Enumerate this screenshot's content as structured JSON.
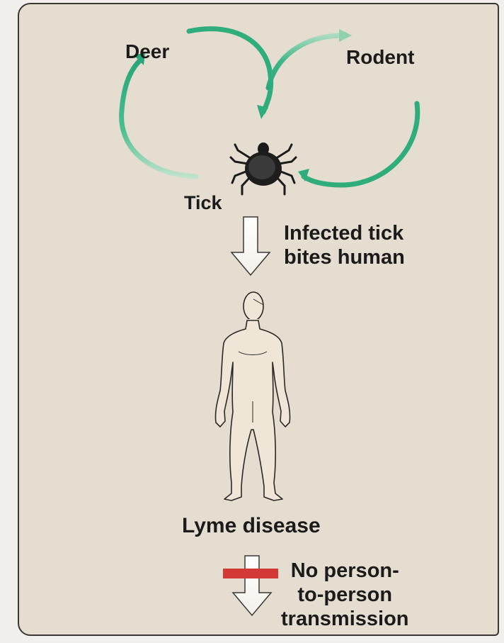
{
  "diagram": {
    "nodes": {
      "deer": "Deer",
      "rodent": "Rodent",
      "tick": "Tick",
      "human": "Lyme disease"
    },
    "edges": {
      "tick_to_human_line1": "Infected tick",
      "tick_to_human_line2": "bites human",
      "no_spread_line1": "No person-",
      "no_spread_line2": "to-person",
      "no_spread_line3": "transmission"
    }
  },
  "colors": {
    "background": "#e6ddd1",
    "cycle_arrow": "#2fae7c",
    "block_bar": "#d33a35",
    "text": "#1b1b1b"
  }
}
